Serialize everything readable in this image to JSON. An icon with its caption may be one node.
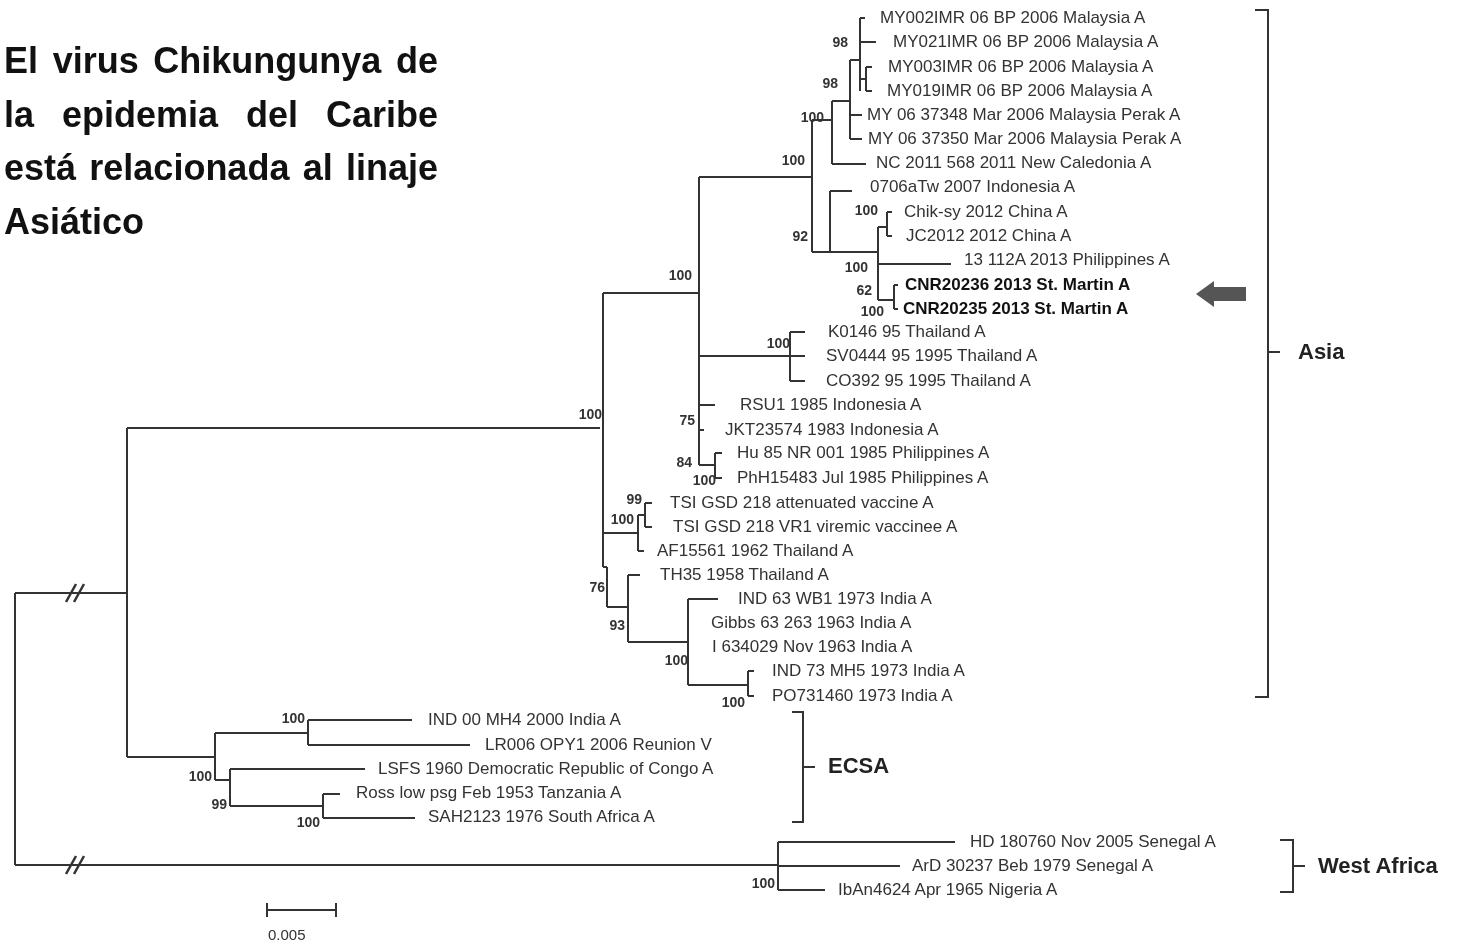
{
  "diagram": {
    "title": "El virus Chikungunya de la epidemia del Caribe está relacionada al linaje Asiático",
    "labels": [
      "MY002IMR 06 BP 2006 Malaysia A",
      "98",
      "MY021IMR 06 BP 2006 Malaysia A",
      "MY003IMR 06 BP 2006 Malaysia A",
      "98",
      "MY019IMR 06 BP 2006 Malaysia A",
      "100",
      "MY 06 37348 Mar 2006 Malaysia Perak A",
      "MY 06 37350 Mar 2006 Malaysia Perak A",
      "100",
      "NC 2011 568 2011 New Caledonia A",
      "0706aTw 2007 Indonesia A",
      "100",
      "Chik-sy 2012 China A",
      "92",
      "JC2012 2012 China A",
      "100",
      "13 112A 2013 Philippines A",
      "100",
      "62",
      "CNR20236 2013 St. Martin A",
      "100",
      "CNR20235 2013 St. Martin A",
      "100",
      "K0146 95 Thailand A",
      "SV0444 95 1995 Thailand A",
      "Asia",
      "CO392 95 1995 Thailand A",
      "RSU1 1985 Indonesia A",
      "100",
      "75",
      "JKT23574 1983 Indonesia A",
      "Hu 85 NR 001 1985 Philippines A",
      "84",
      "100",
      "PhH15483 Jul 1985 Philippines A",
      "99",
      "TSI GSD 218 attenuated vaccine A",
      "100",
      "TSI GSD 218 VR1 viremic vaccinee A",
      "AF15561 1962 Thailand A",
      "TH35 1958 Thailand A",
      "76",
      "IND 63 WB1 1973 India A",
      "93",
      "Gibbs 63 263 1963 India A",
      "I 634029 Nov 1963 India A",
      "100",
      "IND 73 MH5 1973 India A",
      "PO731460 1973 India A",
      "100",
      "100",
      "IND 00 MH4 2000 India A",
      "LR006 OPY1 2006 Reunion V",
      "LSFS 1960 Democratic Republic of Congo A",
      "ECSA",
      "100",
      "Ross low psg Feb 1953 Tanzania A",
      "99",
      "SAH2123 1976 South Africa A",
      "100",
      "HD 180760 Nov 2005 Senegal A",
      "ArD 30237 Beb 1979 Senegal A",
      "West Africa",
      "IbAn4624 Apr 1965 Nigeria A",
      "100",
      "0.005"
    ]
  }
}
